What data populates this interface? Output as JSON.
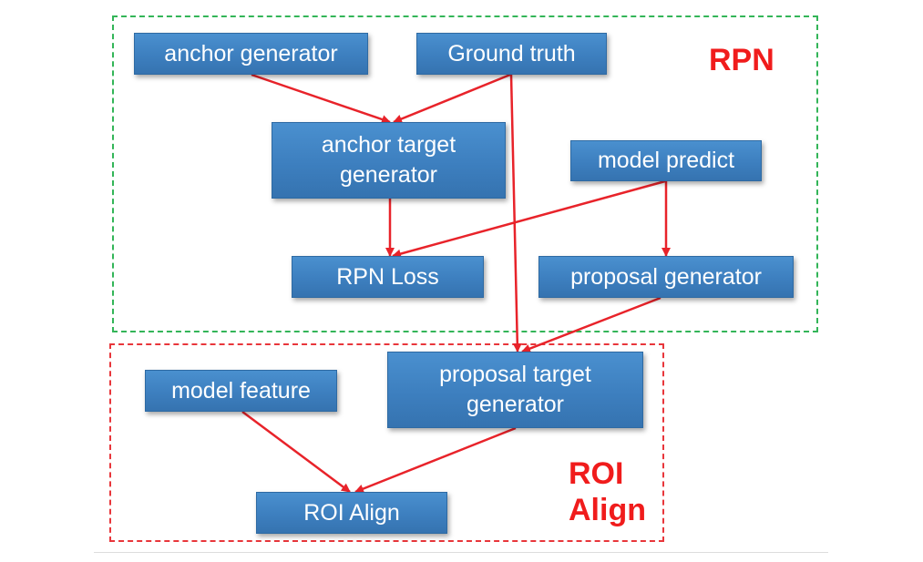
{
  "regions": {
    "rpn": {
      "label": "RPN",
      "border_color": "#33b558"
    },
    "roi": {
      "label_lines": [
        "ROI",
        "Align"
      ],
      "border_color": "#e8363b"
    }
  },
  "label_color": "#f01c1c",
  "node_color": "#3d7fbf",
  "edge_color": "#e8232a",
  "nodes": {
    "anchor_generator": "anchor generator",
    "ground_truth": "Ground truth",
    "anchor_target_generator": "anchor target\ngenerator",
    "model_predict": "model predict",
    "rpn_loss": "RPN Loss",
    "proposal_generator": "proposal generator",
    "proposal_target_generator": "proposal target\ngenerator",
    "model_feature": "model feature",
    "roi_align": "ROI Align"
  },
  "edges": [
    {
      "from": "anchor_generator",
      "to": "anchor_target_generator"
    },
    {
      "from": "ground_truth",
      "to": "anchor_target_generator"
    },
    {
      "from": "ground_truth",
      "to": "proposal_target_generator"
    },
    {
      "from": "anchor_target_generator",
      "to": "rpn_loss"
    },
    {
      "from": "model_predict",
      "to": "rpn_loss"
    },
    {
      "from": "model_predict",
      "to": "proposal_generator"
    },
    {
      "from": "proposal_generator",
      "to": "proposal_target_generator"
    },
    {
      "from": "model_feature",
      "to": "roi_align"
    },
    {
      "from": "proposal_target_generator",
      "to": "roi_align"
    }
  ]
}
